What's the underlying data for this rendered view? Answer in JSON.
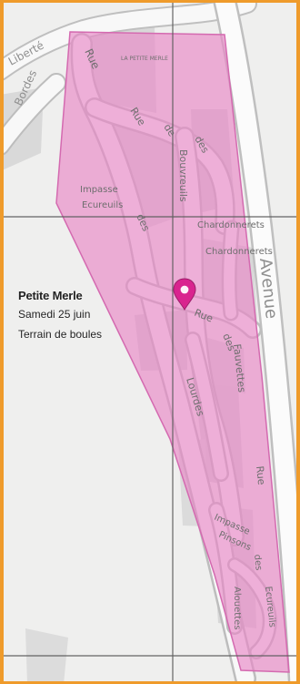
{
  "map": {
    "place_label": "LA PETITE MERLE",
    "street_labels": {
      "rue_un": "Rue",
      "rue_de": "de",
      "rue_bouvreuils": "Bouvreuils",
      "rue_des": "des",
      "ecureuils_impasse": "Impasse",
      "ecureuils_name": "Ecureuils",
      "chardonnerets": "Chardonnerets",
      "avenue": "Avenue",
      "rue_fauvettes": "Fauvettes",
      "rue_lourdes": "Lourdes",
      "impasse_pinsons": "Impasse",
      "pinsons_name": "Pinsons",
      "rue_ecureuils_bottom": "Ecureuils",
      "rue_alouettes": "Alouettes",
      "top_left_road": "Liberté",
      "left_road": "Bordes"
    },
    "marker_icon": "map-pin-icon",
    "colors": {
      "zone_fill": "#e889c7",
      "zone_stroke": "#d46ab0",
      "pin": "#d9248f",
      "frame": "#ef9b2b",
      "grid": "#5d5d5d"
    }
  },
  "info": {
    "title": "Petite Merle",
    "date": "Samedi 25 juin",
    "location": "Terrain de boules"
  }
}
